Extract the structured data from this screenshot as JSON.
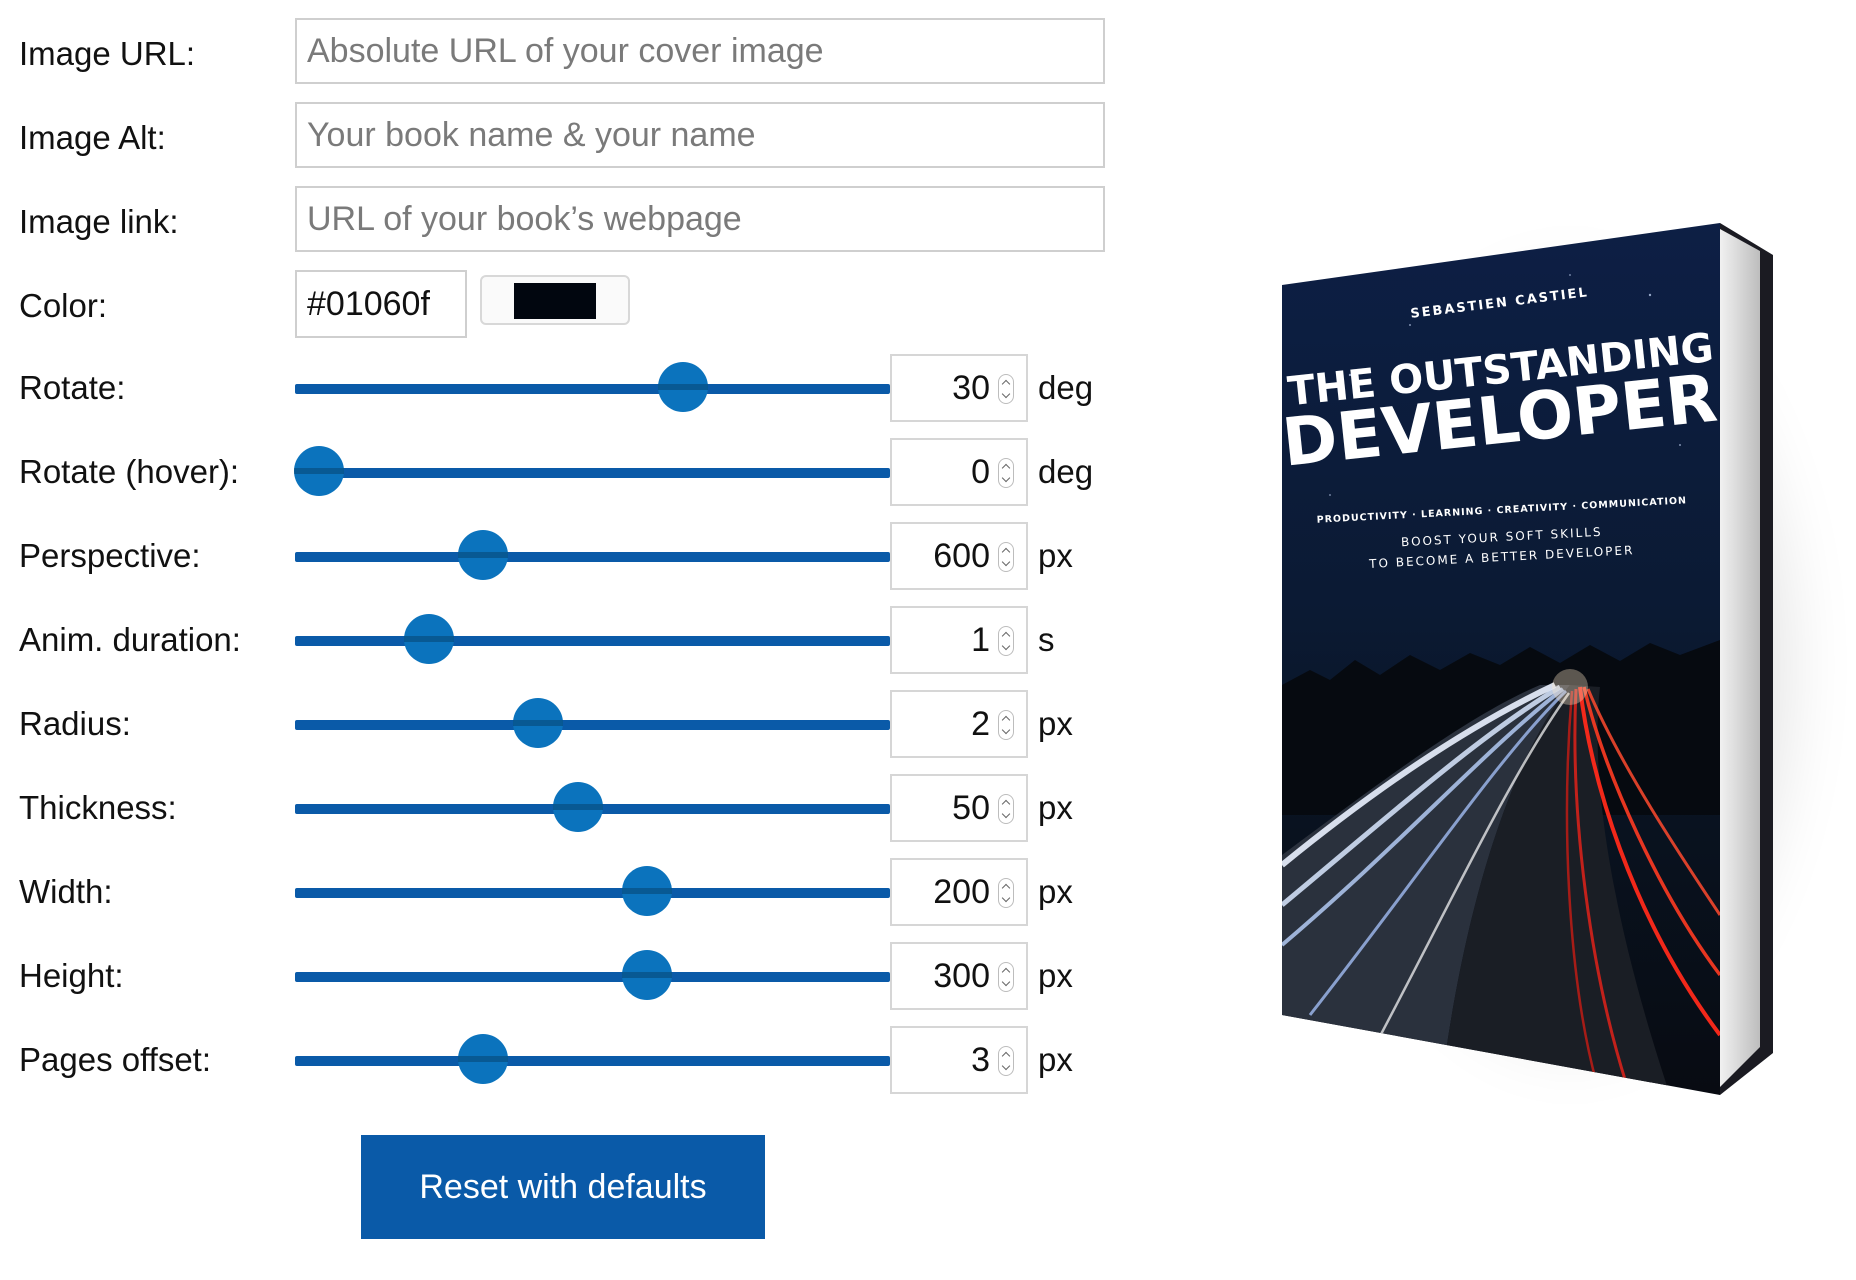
{
  "fields": {
    "image_url": {
      "label": "Image URL:",
      "placeholder": "Absolute URL of your cover image",
      "value": ""
    },
    "image_alt": {
      "label": "Image Alt:",
      "placeholder": "Your book name & your name",
      "value": ""
    },
    "image_link": {
      "label": "Image link:",
      "placeholder": "URL of your book’s webpage",
      "value": ""
    },
    "color": {
      "label": "Color:",
      "value": "#01060f",
      "swatch_color": "#01060f"
    }
  },
  "sliders": [
    {
      "key": "rotate",
      "label": "Rotate:",
      "value": "30",
      "unit": "deg",
      "fraction": 0.652
    },
    {
      "key": "rotate_hover",
      "label": "Rotate (hover):",
      "value": "0",
      "unit": "deg",
      "fraction": 0.04
    },
    {
      "key": "perspective",
      "label": "Perspective:",
      "value": "600",
      "unit": "px",
      "fraction": 0.316
    },
    {
      "key": "anim_duration",
      "label": "Anim. duration:",
      "value": "1",
      "unit": "s",
      "fraction": 0.225
    },
    {
      "key": "radius",
      "label": "Radius:",
      "value": "2",
      "unit": "px",
      "fraction": 0.408
    },
    {
      "key": "thickness",
      "label": "Thickness:",
      "value": "50",
      "unit": "px",
      "fraction": 0.476
    },
    {
      "key": "width",
      "label": "Width:",
      "value": "200",
      "unit": "px",
      "fraction": 0.592
    },
    {
      "key": "height",
      "label": "Height:",
      "value": "300",
      "unit": "px",
      "fraction": 0.592
    },
    {
      "key": "pages_offset",
      "label": "Pages offset:",
      "value": "3",
      "unit": "px",
      "fraction": 0.316
    }
  ],
  "reset_button": {
    "label": "Reset with defaults"
  },
  "book": {
    "author": "SEBASTIEN CASTIEL",
    "title_line1": "THE OUTSTANDING",
    "title_line2": "DEVELOPER",
    "tags": "PRODUCTIVITY · LEARNING · CREATIVITY · COMMUNICATION",
    "tagline_1": "BOOST YOUR SOFT SKILLS",
    "tagline_2": "TO BECOME A BETTER DEVELOPER"
  },
  "colors": {
    "accent": "#0a5aa8",
    "thumb": "#0b73bd",
    "cover_dark": "#0b1a33"
  }
}
